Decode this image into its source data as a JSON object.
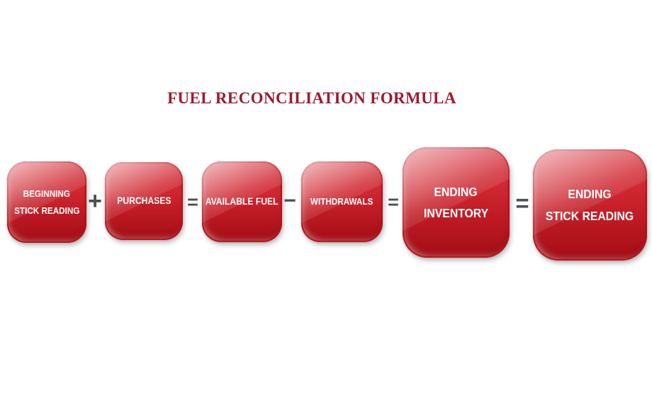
{
  "title": "FUEL RECONCILIATION FORMULA",
  "colors": {
    "title_maroon": "#9c1b31",
    "box_red": "#cc2027",
    "box_red_dark": "#a30d16",
    "box_red_light_sheen": "#efa3a8",
    "operator_gray": "#4b4f54",
    "label_white": "#ffffff",
    "background": "#ffffff"
  },
  "formula": {
    "boxes": [
      {
        "name": "beginning-stick-reading",
        "line1": "BEGINNING",
        "line2": "STICK READING"
      },
      {
        "name": "purchases",
        "line1": "PURCHASES",
        "line2": ""
      },
      {
        "name": "available-fuel",
        "line1": "AVAILABLE FUEL",
        "line2": ""
      },
      {
        "name": "withdrawals",
        "line1": "WITHDRAWALS",
        "line2": ""
      },
      {
        "name": "ending-inventory",
        "line1": "ENDING",
        "line2": "INVENTORY"
      },
      {
        "name": "ending-stick-reading",
        "line1": "ENDING",
        "line2": "STICK READING"
      }
    ],
    "operators": [
      "+",
      "=",
      "−",
      "=",
      "="
    ]
  }
}
